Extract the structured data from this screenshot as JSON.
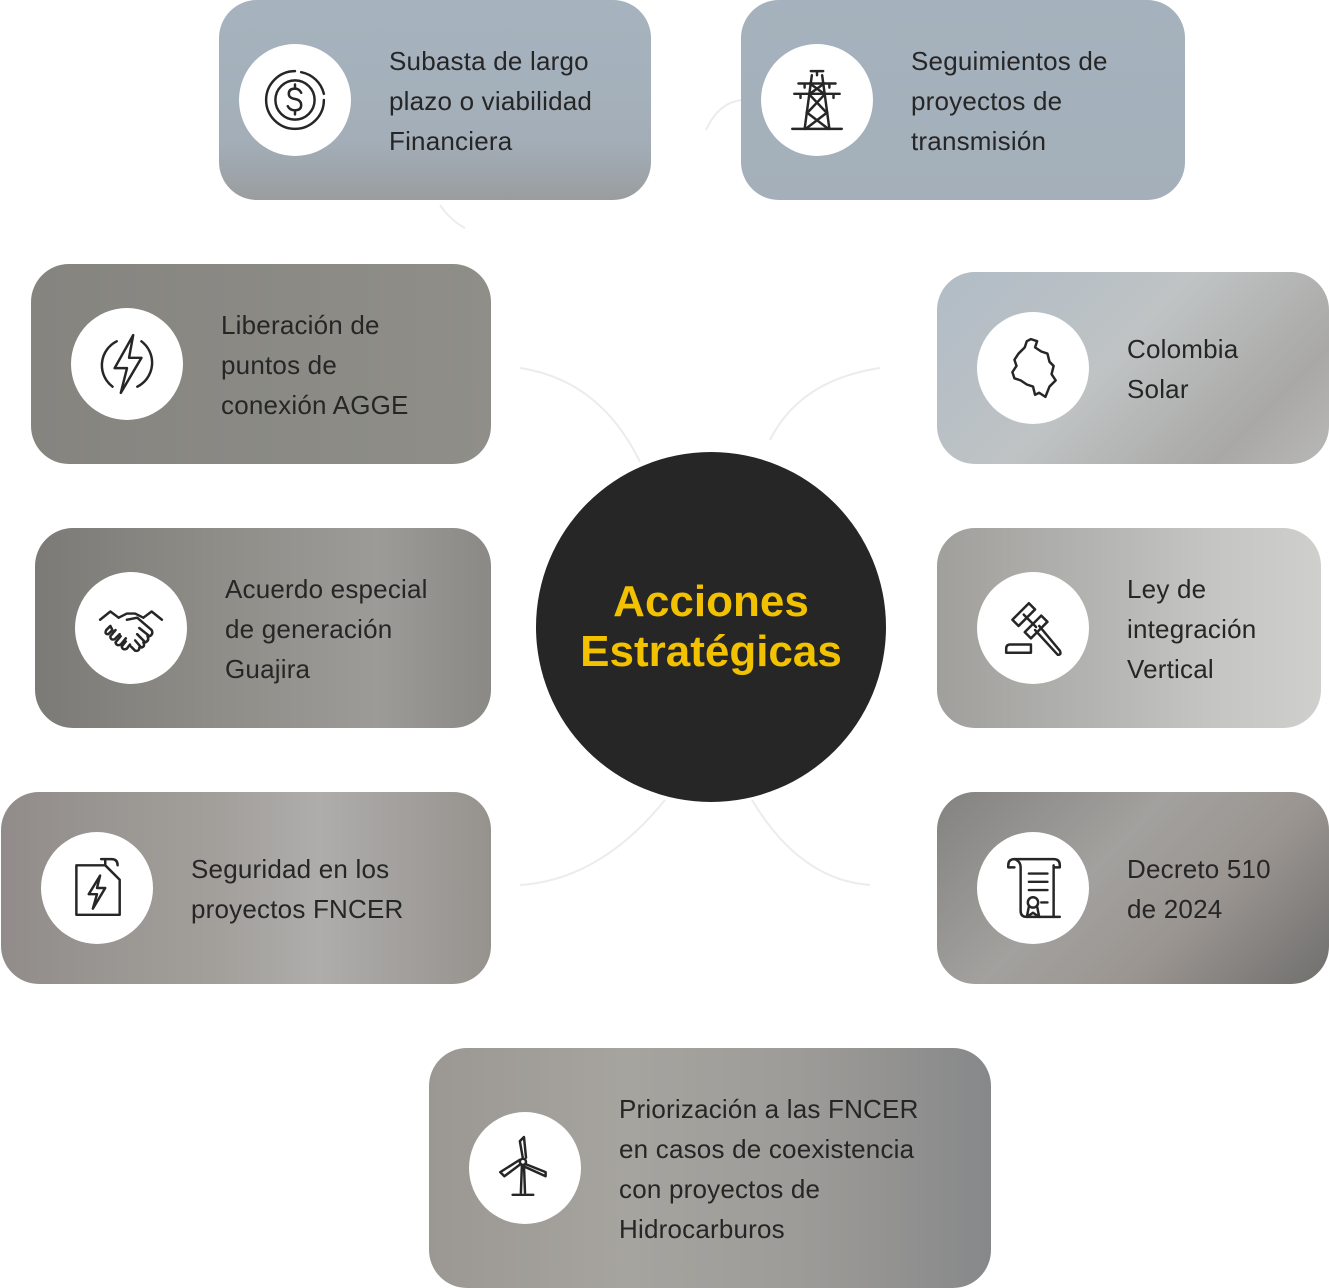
{
  "center": {
    "title": "Acciones\nEstratégicas"
  },
  "colors": {
    "center_bg": "#262626",
    "center_text": "#f2c200",
    "label_text": "#262626"
  },
  "items": [
    {
      "label": "Subasta de largo\nplazo o viabilidad\nFinanciera",
      "icon": "dollar-coin-icon"
    },
    {
      "label": "Seguimientos de\nproyectos de\ntransmisión",
      "icon": "transmission-tower-icon"
    },
    {
      "label": "Liberación de\npuntos de\nconexión AGGE",
      "icon": "lightning-circle-icon"
    },
    {
      "label": "Colombia\nSolar",
      "icon": "colombia-map-icon"
    },
    {
      "label": "Acuerdo especial\nde generación\nGuajira",
      "icon": "handshake-icon"
    },
    {
      "label": "Ley de\nintegración\nVertical",
      "icon": "gavel-icon"
    },
    {
      "label": "Seguridad en los\nproyectos FNCER",
      "icon": "energy-document-icon"
    },
    {
      "label": "Decreto 510\nde 2024",
      "icon": "certificate-scroll-icon"
    },
    {
      "label": "Priorización a las FNCER\nen casos de coexistencia\ncon proyectos de\nHidrocarburos",
      "icon": "wind-turbine-icon"
    }
  ]
}
